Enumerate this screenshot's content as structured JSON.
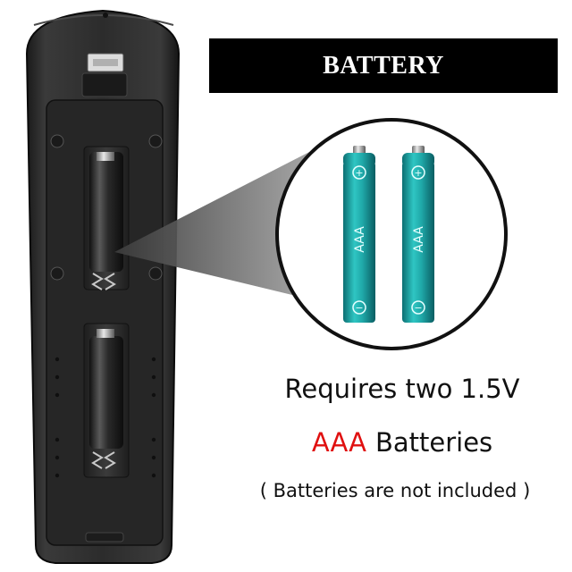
{
  "banner": {
    "title": "BATTERY"
  },
  "caption": {
    "line1": "Requires two 1.5V",
    "line2_highlight": "AAA",
    "line2_rest": "Batteries",
    "line3": "( Batteries are not included )"
  },
  "battery_label": "AAA",
  "colors": {
    "banner_bg": "#000000",
    "banner_text": "#ffffff",
    "accent": "#e01010",
    "battery_teal": "#1fa8a8",
    "remote_body": "#2b2b2b"
  }
}
